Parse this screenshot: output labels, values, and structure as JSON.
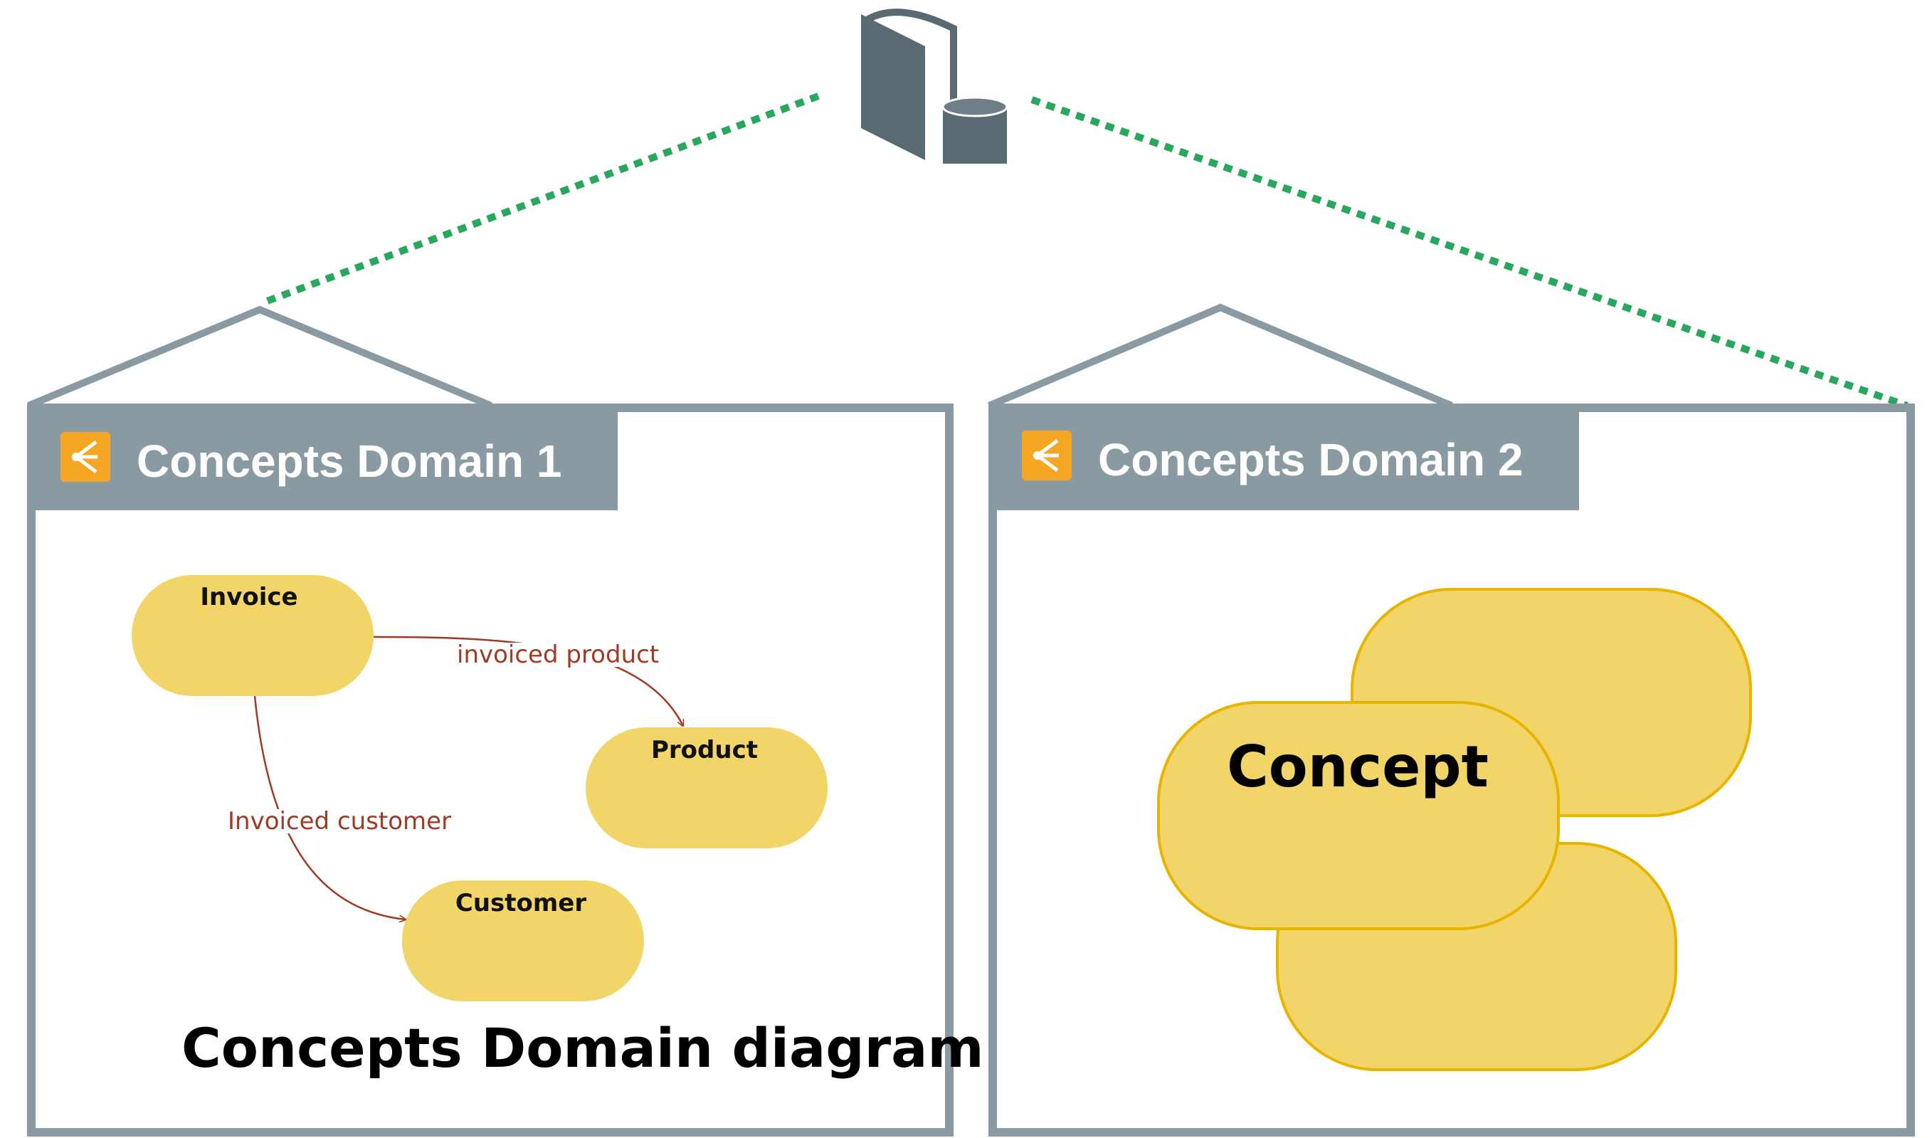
{
  "repository": {
    "icon": "repository-database-icon"
  },
  "panels": [
    {
      "title": "Concepts Domain 1",
      "icon": "concepts-domain-icon",
      "nodes": [
        {
          "label": "Invoice"
        },
        {
          "label": "Product"
        },
        {
          "label": "Customer"
        }
      ],
      "edges": [
        {
          "label": "invoiced product",
          "from": "Invoice",
          "to": "Product"
        },
        {
          "label": "Invoiced customer",
          "from": "Invoice",
          "to": "Customer"
        }
      ],
      "caption": "Concepts Domain diagram"
    },
    {
      "title": "Concepts Domain 2",
      "icon": "concepts-domain-icon",
      "concept_label": "Concept"
    }
  ],
  "colors": {
    "frame": "#8a9aa3",
    "node_fill": "#f2d568",
    "concept_stroke": "#e8b400",
    "edge": "#a03a24",
    "dotted_link": "#2aa75f",
    "icon_accent": "#f5a623",
    "repository": "#5a6a73"
  }
}
